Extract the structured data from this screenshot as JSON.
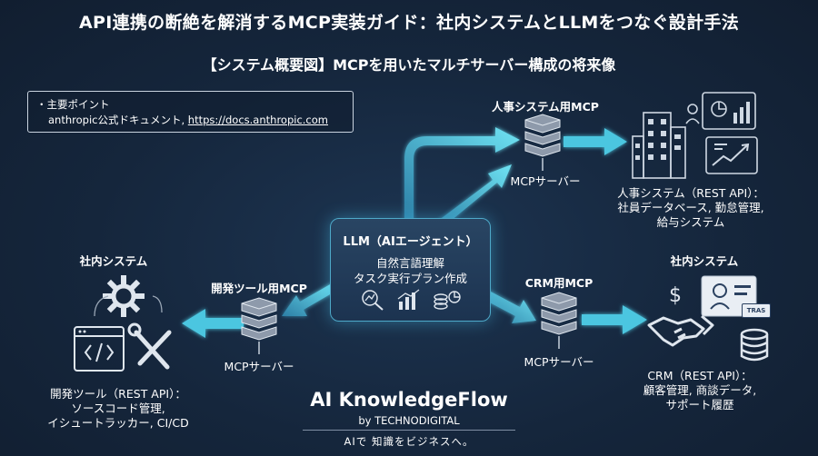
{
  "title": "API連携の断絶を解消するMCP実装ガイド：社内システムとLLMをつなぐ設計手法",
  "subtitle": "【システム概要図】MCPを用いたマルチサーバー構成の将来像",
  "note": {
    "bullet_line": "・主要ポイント",
    "source_text": "anthropic公式ドキュメント, ",
    "url": "https://docs.anthropic.com"
  },
  "llm": {
    "title": "LLM（AIエージェント）",
    "lines": [
      "自然言語理解",
      "タスク実行プラン作成"
    ]
  },
  "hr_mcp": {
    "title": "人事システム用MCP",
    "server_label": "MCPサーバー"
  },
  "hr_system": {
    "desc": [
      "人事システム（REST API）：",
      "社員データベース, 勤怠管理,",
      "給与システム"
    ]
  },
  "crm_mcp": {
    "title": "CRM用MCP",
    "server_label": "MCPサーバー"
  },
  "crm_system": {
    "heading": "社内システム",
    "desc": [
      "CRM（REST API）：",
      "顧客管理, 商談データ,",
      "サポート履歴"
    ],
    "card_badge": "TRAS"
  },
  "dev_mcp": {
    "title": "開発ツール用MCP",
    "server_label": "MCPサーバー"
  },
  "dev_system": {
    "heading": "社内システム",
    "desc": [
      "開発ツール（REST API）：",
      "ソースコード管理,",
      "イシュートラッカー, CI/CD"
    ]
  },
  "brand": {
    "name": "AI KnowledgeFlow",
    "by": "by TECHNODIGITAL",
    "tagline": "AIで 知識をビジネスへ。"
  },
  "colors": {
    "background": "#142235",
    "arrow": "#5fd6ea",
    "accent": "#4ea9c9",
    "icon_stroke": "#cfd8e3"
  },
  "icons": [
    "server-stack-icon",
    "office-building-icon",
    "dashboard-chart-icon",
    "person-card-icon",
    "gear-icon",
    "wrench-screwdriver-icon",
    "code-window-icon",
    "handshake-icon",
    "dollar-icon",
    "id-card-icon",
    "database-icon",
    "analytics-icon",
    "bar-chart-icon",
    "coins-pie-icon"
  ]
}
